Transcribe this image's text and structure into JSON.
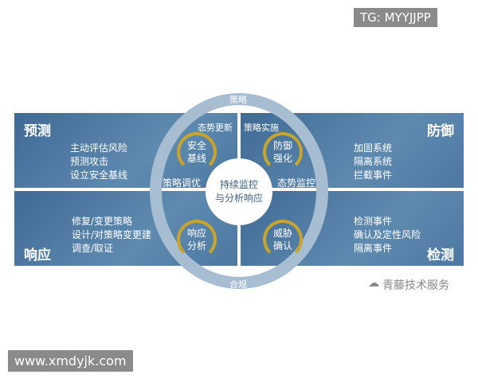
{
  "quadrants": {
    "predict": {
      "title": "预测",
      "lines": [
        "主动评估风险",
        "预测攻击",
        "设立安全基线"
      ]
    },
    "defend": {
      "title": "防御",
      "lines": [
        "加固系统",
        "隔离系统",
        "拦截事件"
      ]
    },
    "respond": {
      "title": "响应",
      "lines": [
        "修复/变更策略",
        "设计/对策略变更建",
        "调查/取证"
      ]
    },
    "detect": {
      "title": "检测",
      "lines": [
        "检测事件",
        "确认及定性风险",
        "隔离事件"
      ]
    }
  },
  "ring": {
    "top": "策略",
    "bottom": "合规"
  },
  "center": [
    "持续监控",
    "与分析响应"
  ],
  "cycles": {
    "tl": [
      "安全",
      "基线"
    ],
    "tr": [
      "防御",
      "强化"
    ],
    "bl": [
      "响应",
      "分析"
    ],
    "br": [
      "威胁",
      "确认"
    ]
  },
  "transitions": {
    "posture_update": "态势更新",
    "policy_impl": "策略实施",
    "policy_tune": "策略调优",
    "posture_monitor": "态势监控"
  },
  "watermarks": {
    "tg": "TG: MYYJJPP",
    "site": "www.xmdyjk.com",
    "brand": "青藤技术服务"
  },
  "colors": {
    "panel": "#4c78a0",
    "ring": "#a7bdd2",
    "cycle_arrow": "#c9a42c",
    "transition_arrow": "#e6f0a0"
  }
}
